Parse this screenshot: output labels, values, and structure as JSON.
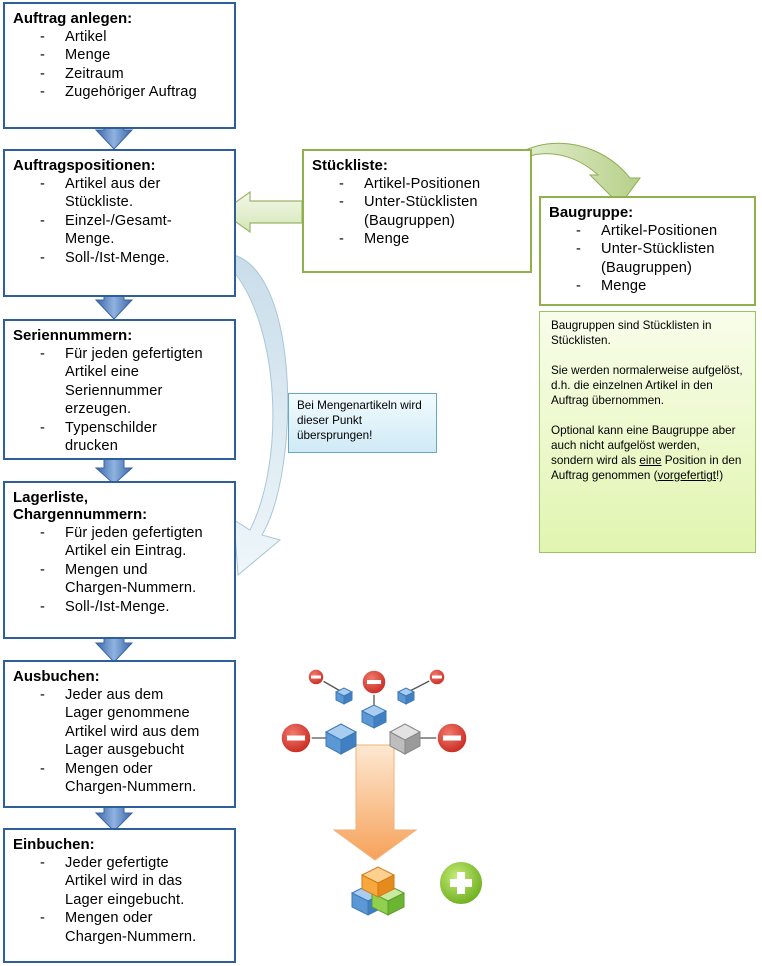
{
  "boxes": {
    "auftrag": {
      "title": "Auftrag anlegen:",
      "items": [
        "Artikel",
        "Menge",
        "Zeitraum",
        "Zugehöriger Auftrag"
      ]
    },
    "positionen": {
      "title": "Auftragspositionen:",
      "items": [
        "Artikel aus der",
        "Stückliste.",
        "Einzel-/Gesamt-",
        "Menge.",
        "Soll-/Ist-Menge."
      ]
    },
    "serien": {
      "title": "Seriennummern:",
      "items": [
        "Für jeden gefertigten",
        "Artikel eine",
        "Seriennummer",
        "erzeugen.",
        "Typenschilder",
        "drucken"
      ]
    },
    "lager": {
      "title1": "Lagerliste,",
      "title2": "Chargennummern:",
      "items": [
        "Für jeden gefertigten",
        "Artikel ein Eintrag.",
        "Mengen und",
        "Chargen-Nummern.",
        "Soll-/Ist-Menge."
      ]
    },
    "ausbuchen": {
      "title": "Ausbuchen:",
      "items": [
        "Jeder aus dem",
        "Lager genommene",
        "Artikel wird aus dem",
        "Lager ausgebucht",
        "Mengen oder",
        "Chargen-Nummern."
      ]
    },
    "einbuchen": {
      "title": "Einbuchen:",
      "items": [
        "Jeder gefertigte",
        "Artikel wird in das",
        "Lager eingebucht.",
        "Mengen oder",
        "Chargen-Nummern."
      ]
    },
    "stueckliste": {
      "title": "Stückliste:",
      "items": [
        "Artikel-Positionen",
        "Unter-Stücklisten",
        "(Baugruppen)",
        "Menge"
      ]
    },
    "baugruppe": {
      "title": "Baugruppe:",
      "items": [
        "Artikel-Positionen",
        "Unter-Stücklisten",
        "(Baugruppen)",
        "Menge"
      ]
    }
  },
  "notes": {
    "mengenartikel": "Bei Mengenartikeln wird dieser Punkt übersprungen!",
    "baugruppen": {
      "p1": "Baugruppen sind Stücklisten in Stücklisten.",
      "p2": "Sie werden normalerweise aufgelöst, d.h. die einzelnen Artikel in den Auftrag übernommen.",
      "p3_a": "Optional kann eine Baugruppe aber auch nicht aufgelöst werden, sondern wird als ",
      "p3_link1": "eine",
      "p3_b": " Position in den Auftrag genommen (",
      "p3_link2": "vorgefertigt",
      "p3_c": "!)"
    }
  },
  "icons": [
    "down-arrow-icon",
    "left-arrow-icon",
    "curved-arrow-icon",
    "remove-icon",
    "add-icon",
    "block-icon"
  ],
  "colors": {
    "box_border_blue": "#2f5f9a",
    "box_border_green": "#8fb04a",
    "arrow_blue": "#4f81bd",
    "minus_red": "#d9342b",
    "plus_green": "#8cc63f",
    "orange_arrow": "#f7a35c"
  }
}
